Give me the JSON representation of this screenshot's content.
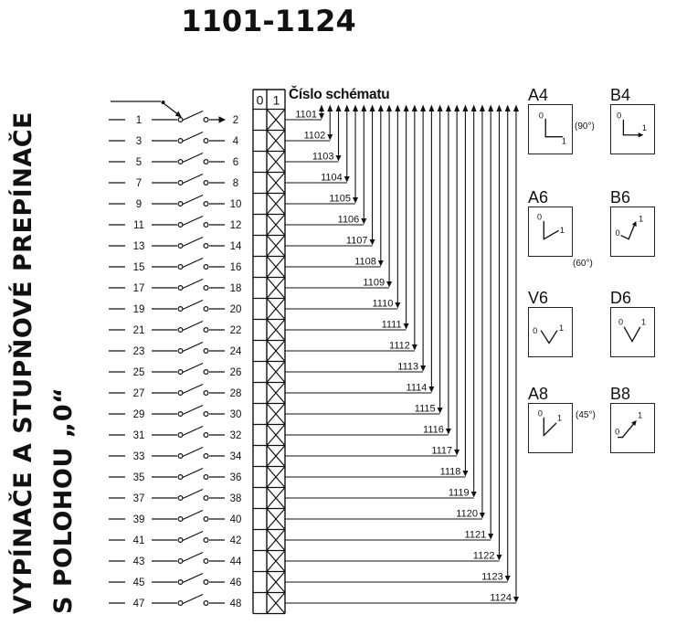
{
  "title": "1101-1124",
  "side_title": {
    "line1": "VYPÍNAČE A STUPŇOVÉ PREPÍNAČE",
    "line2": "S POLOHOU „0“"
  },
  "diagram": {
    "schema_label": "Číslo schématu",
    "table_headers": [
      "0",
      "1"
    ],
    "rows": [
      {
        "left": "1",
        "right": "2",
        "schema": "1101",
        "x": "1"
      },
      {
        "left": "3",
        "right": "4",
        "schema": "1102",
        "x": "1"
      },
      {
        "left": "5",
        "right": "6",
        "schema": "1103",
        "x": "1"
      },
      {
        "left": "7",
        "right": "8",
        "schema": "1104",
        "x": "1"
      },
      {
        "left": "9",
        "right": "10",
        "schema": "1105",
        "x": "1"
      },
      {
        "left": "11",
        "right": "12",
        "schema": "1106",
        "x": "1"
      },
      {
        "left": "13",
        "right": "14",
        "schema": "1107",
        "x": "1"
      },
      {
        "left": "15",
        "right": "16",
        "schema": "1108",
        "x": "1"
      },
      {
        "left": "17",
        "right": "18",
        "schema": "1109",
        "x": "1"
      },
      {
        "left": "19",
        "right": "20",
        "schema": "1110",
        "x": "1"
      },
      {
        "left": "21",
        "right": "22",
        "schema": "1111",
        "x": "1"
      },
      {
        "left": "23",
        "right": "24",
        "schema": "1112",
        "x": "1"
      },
      {
        "left": "25",
        "right": "26",
        "schema": "1113",
        "x": "1"
      },
      {
        "left": "27",
        "right": "28",
        "schema": "1114",
        "x": "1"
      },
      {
        "left": "29",
        "right": "30",
        "schema": "1115",
        "x": "1"
      },
      {
        "left": "31",
        "right": "32",
        "schema": "1116",
        "x": "1"
      },
      {
        "left": "33",
        "right": "34",
        "schema": "1117",
        "x": "1"
      },
      {
        "left": "35",
        "right": "36",
        "schema": "1118",
        "x": "1"
      },
      {
        "left": "37",
        "right": "38",
        "schema": "1119",
        "x": "1"
      },
      {
        "left": "39",
        "right": "40",
        "schema": "1120",
        "x": "1"
      },
      {
        "left": "41",
        "right": "42",
        "schema": "1121",
        "x": "1"
      },
      {
        "left": "43",
        "right": "44",
        "schema": "1122",
        "x": "1"
      },
      {
        "left": "45",
        "right": "46",
        "schema": "1123",
        "x": "1"
      },
      {
        "left": "47",
        "right": "48",
        "schema": "1124",
        "x": "1"
      }
    ]
  },
  "position_indicators": {
    "items": [
      {
        "code": "A4",
        "zero": "0",
        "one": "1"
      },
      {
        "code": "B4",
        "zero": "0",
        "one": "1"
      },
      {
        "code": "A6",
        "zero": "0",
        "one": "1"
      },
      {
        "code": "B6",
        "zero": "0",
        "one": "1"
      },
      {
        "code": "V6",
        "zero": "0",
        "one": "1"
      },
      {
        "code": "D6",
        "zero": "0",
        "one": "1"
      },
      {
        "code": "A8",
        "zero": "0",
        "one": "1"
      },
      {
        "code": "B8",
        "zero": "0",
        "one": "1"
      }
    ],
    "angle_notes": [
      "(90°)",
      "(60°)",
      "(45°)"
    ]
  },
  "colors": {
    "ink": "#111111",
    "background": "#ffffff"
  }
}
